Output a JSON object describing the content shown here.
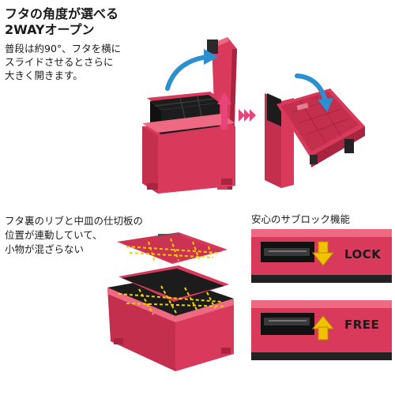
{
  "section_top": {
    "headline_line1": "フタの角度が選べる",
    "headline_line2": "2WAYオープン",
    "desc_line1": "普段は約90°、フタを横に",
    "desc_line2": "スライドさせるとさらに",
    "desc_line3": "大きく開きます。"
  },
  "section_bottom_left": {
    "desc_line1": "フタ裏のリブと中皿の仕切板の",
    "desc_line2": "位置が連動していて、",
    "desc_line3": "小物が混ざらない"
  },
  "section_bottom_right": {
    "title": "安心のサブロック機能",
    "lock_label": "LOCK",
    "free_label": "FREE"
  },
  "colors": {
    "box_red": "#d9395a",
    "box_red_dark": "#a8243f",
    "box_red_light": "#ee6a82",
    "tray_black": "#1c1c1c",
    "arrow_blue": "#2b8fd0",
    "arrow_pink": "#e8437a",
    "arrow_yellow": "#f2c200",
    "dash_yellow": "#f5d000"
  },
  "icons": [
    "curved-arrow-icon",
    "up-arrow-icon",
    "double-chevron-right-icon",
    "down-arrow-icon"
  ]
}
